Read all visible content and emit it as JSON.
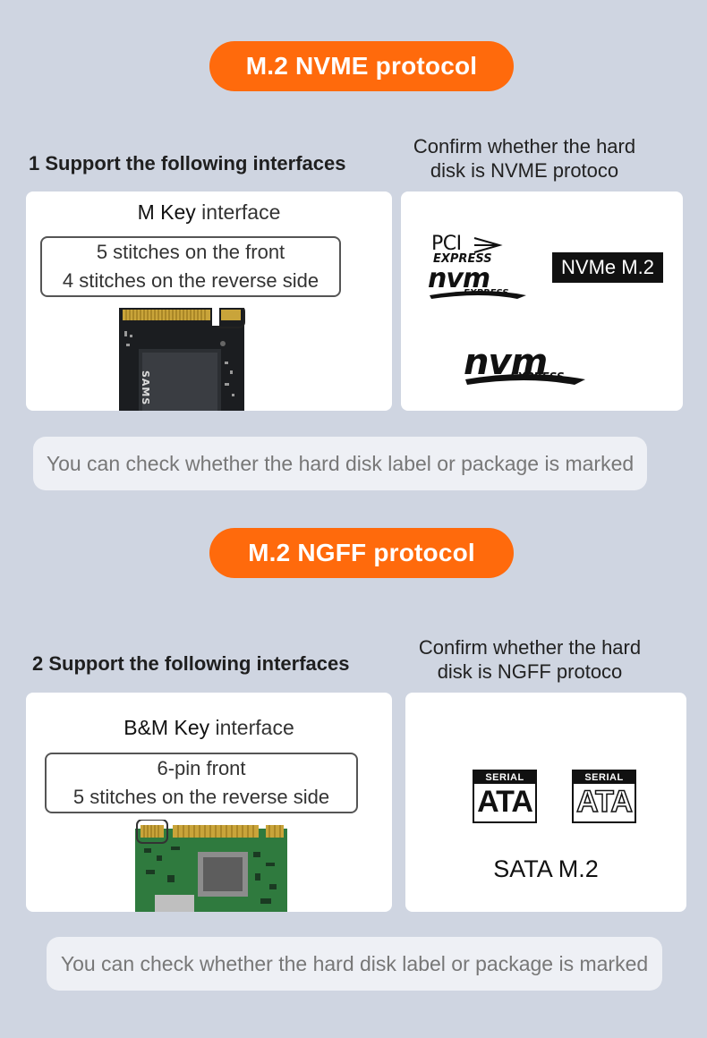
{
  "nvme": {
    "header": "M.2 NVME protocol",
    "support_title": "1 Support the following interfaces",
    "confirm_line1": "Confirm whether the hard",
    "confirm_line2": "disk is NVME protoco",
    "key_bold": "M Key",
    "key_rest": " interface",
    "stitch_line1": "5 stitches on the front",
    "stitch_line2": "4 stitches on the reverse side",
    "ssd_brand": "SAMSUNG",
    "logo_pci": "PCI",
    "logo_express": "EXPRESS",
    "logo_nvm": "nvm",
    "logo_nvm_express": "EXPRESS",
    "badge": "NVMe M.2",
    "note": "You can check whether the hard disk label or package is marked"
  },
  "ngff": {
    "header": "M.2 NGFF protocol",
    "support_title": "2 Support the following interfaces",
    "confirm_line1": "Confirm whether the hard",
    "confirm_line2": "disk is NGFF protoco",
    "key_bold": "B&M Key",
    "key_rest": " interface",
    "stitch_line1": "6-pin front",
    "stitch_line2": "5 stitches on the reverse side",
    "logo_serial": "SERIAL",
    "logo_ata": "ATA",
    "sata_label": "SATA M.2",
    "note": "You can check whether the hard disk label or package is marked"
  }
}
